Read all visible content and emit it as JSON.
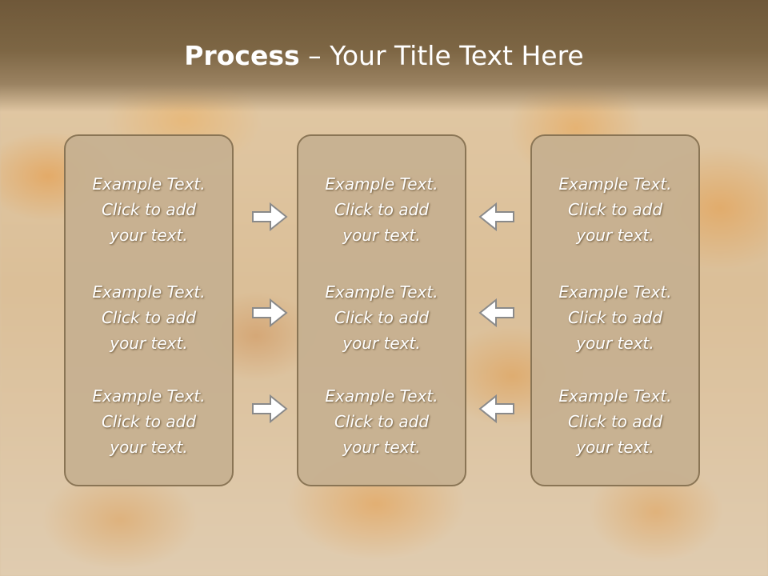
{
  "slide": {
    "title_bold": "Process",
    "title_rest": " – Your Title Text Here"
  },
  "columns": [
    {
      "items": [
        "Example Text.\nClick  to add\nyour text.",
        "Example Text.\nClick  to add\nyour text.",
        "Example Text.\nClick  to add\nyour text."
      ]
    },
    {
      "items": [
        "Example Text.\nClick  to add\nyour text.",
        "Example Text.\nClick  to add\nyour text.",
        "Example Text.\nClick  to add\nyour text."
      ]
    },
    {
      "items": [
        "Example Text.\nClick  to add\nyour text.",
        "Example Text.\nClick  to add\nyour text.",
        "Example Text.\nClick  to add\nyour text."
      ]
    }
  ],
  "arrows": {
    "left_group": "right-arrow-icon",
    "right_group": "left-arrow-icon"
  }
}
